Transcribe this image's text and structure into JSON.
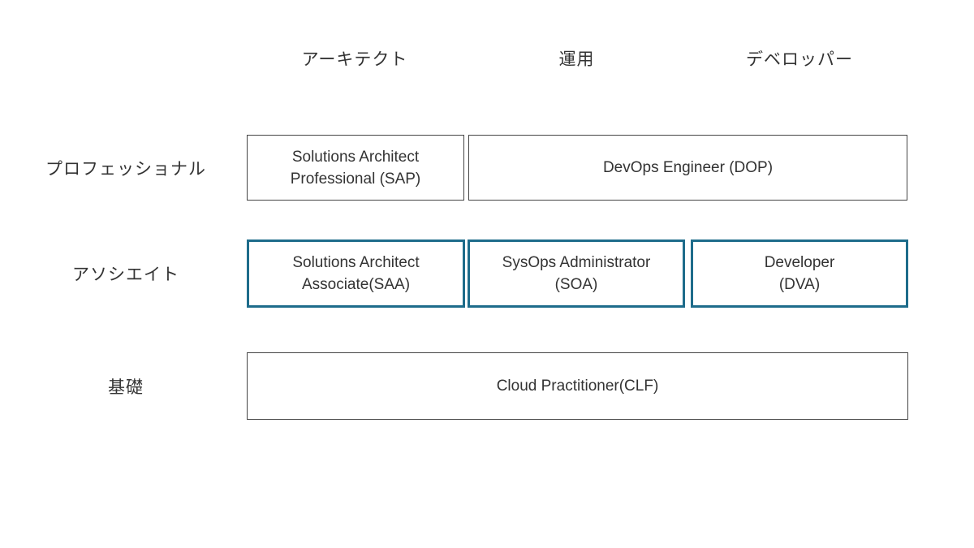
{
  "colors": {
    "accent": "#1e6c8b",
    "box_border": "#444444",
    "text": "#333333"
  },
  "column_headers": [
    {
      "label": "アーキテクト"
    },
    {
      "label": "運用"
    },
    {
      "label": "デベロッパー"
    }
  ],
  "row_labels": [
    {
      "label": "プロフェッショナル"
    },
    {
      "label": "アソシエイト"
    },
    {
      "label": "基礎"
    }
  ],
  "boxes": {
    "sap": {
      "line1": "Solutions Architect",
      "line2": "Professional (SAP)"
    },
    "dop": {
      "line1": "DevOps Engineer (DOP)"
    },
    "saa": {
      "line1": "Solutions Architect",
      "line2": "Associate(SAA)"
    },
    "soa": {
      "line1": "SysOps Administrator",
      "line2": "(SOA)"
    },
    "dva": {
      "line1": "Developer",
      "line2": "(DVA)"
    },
    "clf": {
      "line1": "Cloud Practitioner(CLF)"
    }
  }
}
